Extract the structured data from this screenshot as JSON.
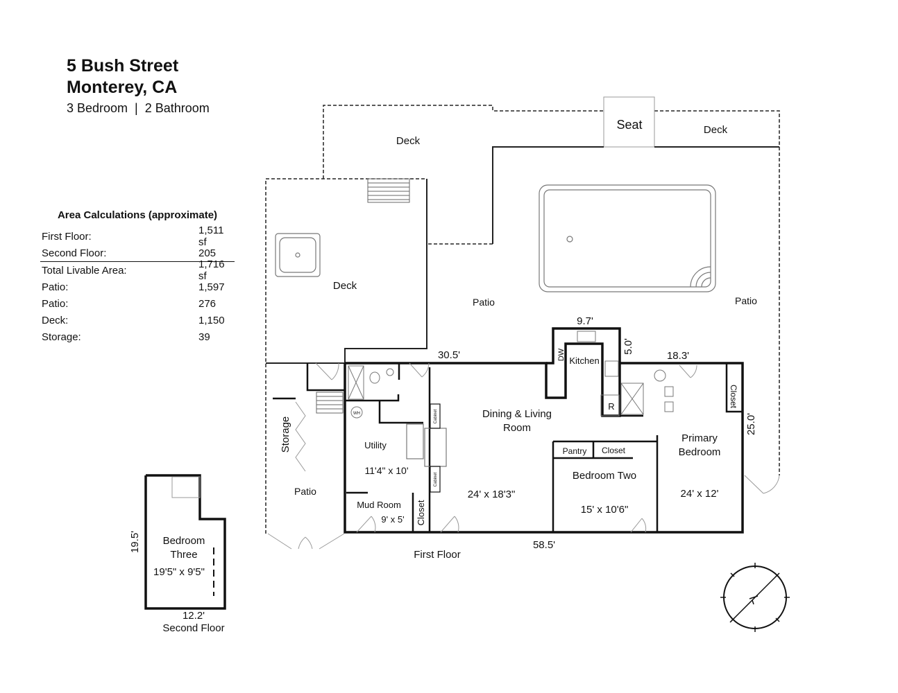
{
  "header": {
    "address_line1": "5 Bush Street",
    "address_line2": "Monterey, CA",
    "summary": "3 Bedroom  |  2 Bathroom"
  },
  "area": {
    "title": "Area Calculations (approximate)",
    "rows": [
      {
        "label": "First Floor:",
        "value": "1,511 sf"
      },
      {
        "label": "Second Floor:",
        "value": "205"
      },
      {
        "label": "Total Livable Area:",
        "value": "1,716 sf"
      },
      {
        "label": "Patio:",
        "value": "1,597"
      },
      {
        "label": "Patio:",
        "value": "276"
      },
      {
        "label": "Deck:",
        "value": "1,150"
      },
      {
        "label": "Storage:",
        "value": "39"
      }
    ]
  },
  "plan": {
    "deck_top": "Deck",
    "seat": "Seat",
    "deck_right": "Deck",
    "deck_left": "Deck",
    "patio_center": "Patio",
    "patio_right": "Patio",
    "patio_left": "Patio",
    "storage": "Storage",
    "utility": "Utility",
    "utility_dim": "11'4\" x 10'",
    "mud_room": "Mud Room",
    "mud_dim": "9' x 5'",
    "closet": "Closet",
    "cabinet": "Cabinet",
    "wh": "WH",
    "dining": "Dining & Living",
    "dining2": "Room",
    "dining_dim": "24' x 18'3\"",
    "kitchen": "Kitchen",
    "dw": "DW",
    "fridge": "R",
    "pantry": "Pantry",
    "closet2": "Closet",
    "bed2": "Bedroom Two",
    "bed2_dim": "15' x 10'6\"",
    "primary1": "Primary",
    "primary2": "Bedroom",
    "primary_dim": "24' x 12'",
    "closet3": "Closet",
    "dim_305": "30.5'",
    "dim_97": "9.7'",
    "dim_50": "5.0'",
    "dim_183": "18.3'",
    "dim_250": "25.0'",
    "dim_585": "58.5'",
    "first_floor": "First Floor",
    "bed3a": "Bedroom",
    "bed3b": "Three",
    "bed3_dim": "19'5\" x 9'5\"",
    "dim_195": "19.5'",
    "dim_122": "12.2'",
    "second_floor": "Second Floor"
  }
}
